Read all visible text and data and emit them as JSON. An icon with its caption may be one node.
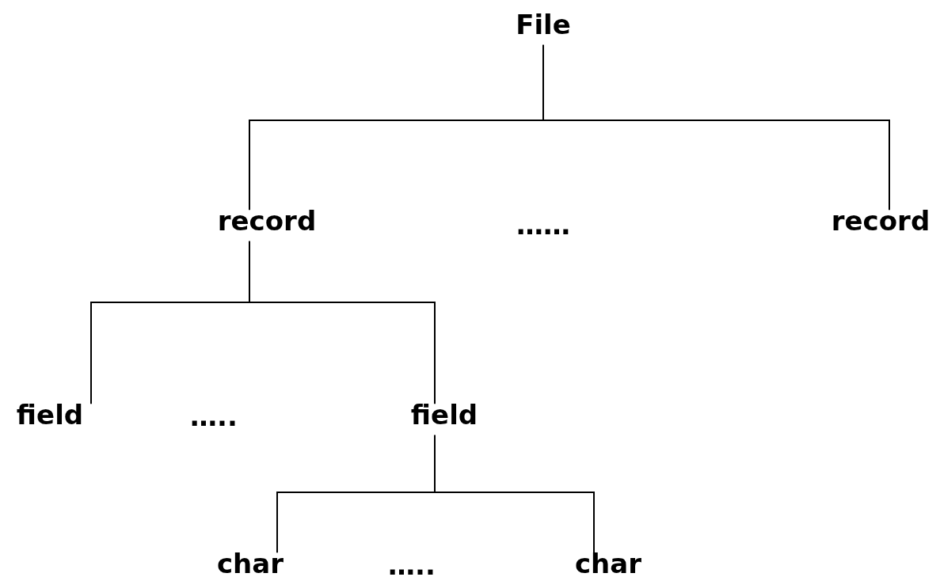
{
  "diagram": {
    "nodes": [
      {
        "text": [
          "File"
        ]
      },
      {
        "text": [
          "record"
        ]
      },
      {
        "text": [
          "record"
        ]
      },
      {
        "text": [
          "field"
        ]
      },
      {
        "text": [
          "field"
        ]
      },
      {
        "text": [
          "char"
        ]
      },
      {
        "text": [
          "char"
        ]
      }
    ],
    "edges": [
      {
        "from": 0,
        "to": 1,
        "arrow": "none"
      },
      {
        "from": 0,
        "to": 2,
        "arrow": "none"
      },
      {
        "from": 1,
        "to": 3,
        "arrow": "none"
      },
      {
        "from": 1,
        "to": 4,
        "arrow": "none"
      },
      {
        "from": 4,
        "to": 5,
        "arrow": "none"
      },
      {
        "from": 4,
        "to": 6,
        "arrow": "none"
      }
    ],
    "labels": [
      "……",
      "…..",
      "….."
    ]
  }
}
